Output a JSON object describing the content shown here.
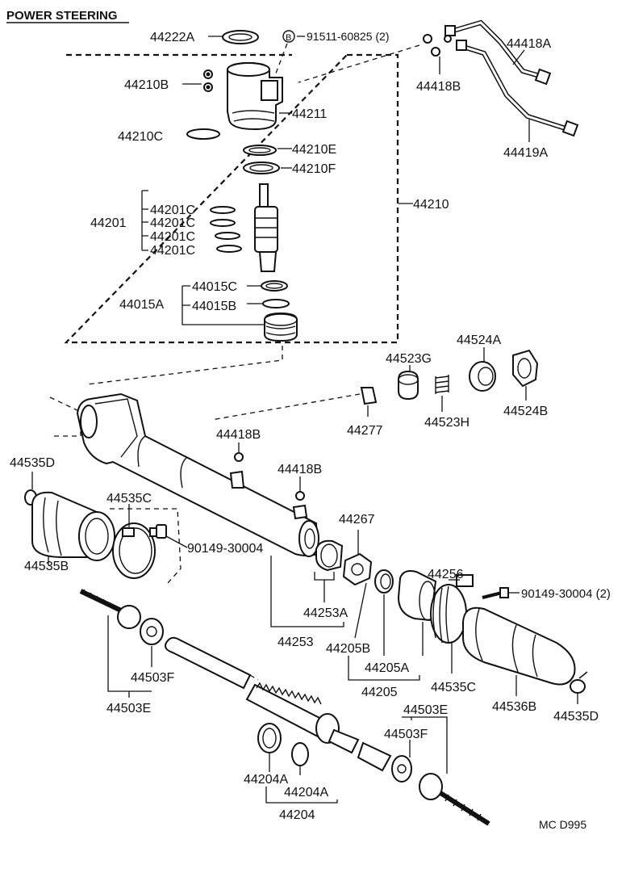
{
  "title": "POWER STEERING",
  "catalog_code": "MC D995",
  "labels": {
    "p44222A": "44222A",
    "p91511": "91511-60825 (2)",
    "p91511_mark": "B",
    "p44418A": "44418A",
    "p44418B_top": "44418B",
    "p44419A": "44419A",
    "p44210B": "44210B",
    "p44211": "44211",
    "p44210C": "44210C",
    "p44210E": "44210E",
    "p44210F": "44210F",
    "p44210": "44210",
    "p44201": "44201",
    "p44201C_1": "44201C",
    "p44201C_2": "44201C",
    "p44201C_3": "44201C",
    "p44201C_4": "44201C",
    "p44015A": "44015A",
    "p44015C": "44015C",
    "p44015B": "44015B",
    "p44523G": "44523G",
    "p44524A": "44524A",
    "p44523H": "44523H",
    "p44524B": "44524B",
    "p44277": "44277",
    "p44418B_mid1": "44418B",
    "p44418B_mid2": "44418B",
    "p44535D_left": "44535D",
    "p44535C_left": "44535C",
    "p44535B": "44535B",
    "p90149_left": "90149-30004",
    "p44267": "44267",
    "p44253A": "44253A",
    "p44253": "44253",
    "p44256": "44256",
    "p90149_right": "90149-30004 (2)",
    "p44205B": "44205B",
    "p44205A": "44205A",
    "p44205": "44205",
    "p44535C_right": "44535C",
    "p44536B": "44536B",
    "p44535D_right": "44535D",
    "p44503F_left": "44503F",
    "p44503E_left": "44503E",
    "p44503E_right": "44503E",
    "p44503F_right": "44503F",
    "p44204A_1": "44204A",
    "p44204A_2": "44204A",
    "p44204": "44204"
  }
}
